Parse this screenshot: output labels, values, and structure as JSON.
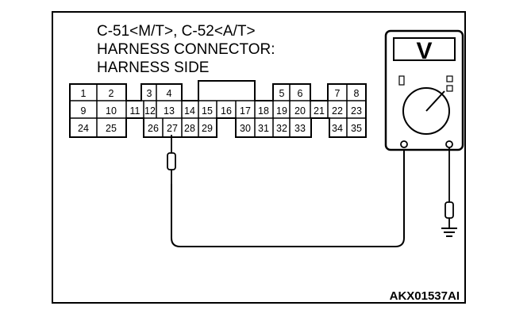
{
  "header": {
    "line1": "C-51<M/T>, C-52<A/T>",
    "line2": "HARNESS CONNECTOR:",
    "line3": "HARNESS SIDE"
  },
  "connector": {
    "row1": [
      "1",
      "2",
      "3",
      "4",
      "5",
      "6",
      "7",
      "8"
    ],
    "row2": [
      "9",
      "10",
      "11",
      "12",
      "13",
      "14",
      "15",
      "16",
      "17",
      "18",
      "19",
      "20",
      "21",
      "22",
      "23"
    ],
    "row3": [
      "24",
      "25",
      "26",
      "27",
      "28",
      "29",
      "30",
      "31",
      "32",
      "33",
      "34",
      "35"
    ],
    "probed_terminal": "27"
  },
  "meter": {
    "display_symbol": "V",
    "icon": "voltmeter-icon"
  },
  "ground": {
    "icon": "ground-symbol-icon"
  },
  "figure_code": "AKX01537AI"
}
